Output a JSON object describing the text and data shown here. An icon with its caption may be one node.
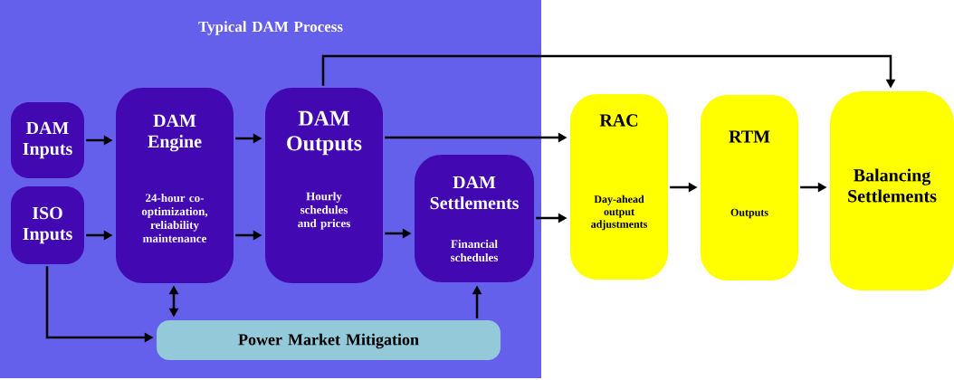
{
  "diagram": {
    "nodes": [
      {
        "text": [
          "Typical DAM Process"
        ]
      },
      {
        "text": [
          "DAM Inputs"
        ],
        "in": 0
      },
      {
        "text": [
          "ISO Inputs"
        ],
        "in": 0
      },
      {
        "text": [
          "DAM Engine",
          "24-hour co-optimization, reliability maintenance"
        ],
        "in": 0
      },
      {
        "text": [
          "DAM Outputs",
          "Hourly schedules and prices"
        ],
        "in": 0
      },
      {
        "text": [
          "DAM Settlements",
          "Financial schedules"
        ],
        "in": 0
      },
      {
        "text": [
          "Power Market Mitigation"
        ],
        "in": 0
      },
      {
        "text": [
          "RAC",
          "Day-ahead output adjustments"
        ]
      },
      {
        "text": [
          "RTM",
          "Outputs"
        ]
      },
      {
        "text": [
          "Balancing Settlements"
        ]
      }
    ],
    "edges": [
      {
        "from": 1,
        "to": 3,
        "arrow": "to"
      },
      {
        "from": 2,
        "to": 3,
        "arrow": "to"
      },
      {
        "from": 3,
        "to": 4,
        "arrow": "to"
      },
      {
        "from": 3,
        "to": 4,
        "arrow": "to"
      },
      {
        "from": 4,
        "to": 7,
        "arrow": "to"
      },
      {
        "from": 4,
        "to": 5,
        "arrow": "to"
      },
      {
        "from": 5,
        "to": 7,
        "arrow": "to"
      },
      {
        "from": 7,
        "to": 8,
        "arrow": "to"
      },
      {
        "from": 8,
        "to": 9,
        "arrow": "to"
      },
      {
        "from": 4,
        "to": 9,
        "arrow": "to"
      },
      {
        "from": 3,
        "to": 6,
        "arrow": "both"
      },
      {
        "from": 2,
        "to": 6,
        "arrow": "to"
      },
      {
        "from": 6,
        "to": 5,
        "arrow": "to"
      }
    ]
  }
}
